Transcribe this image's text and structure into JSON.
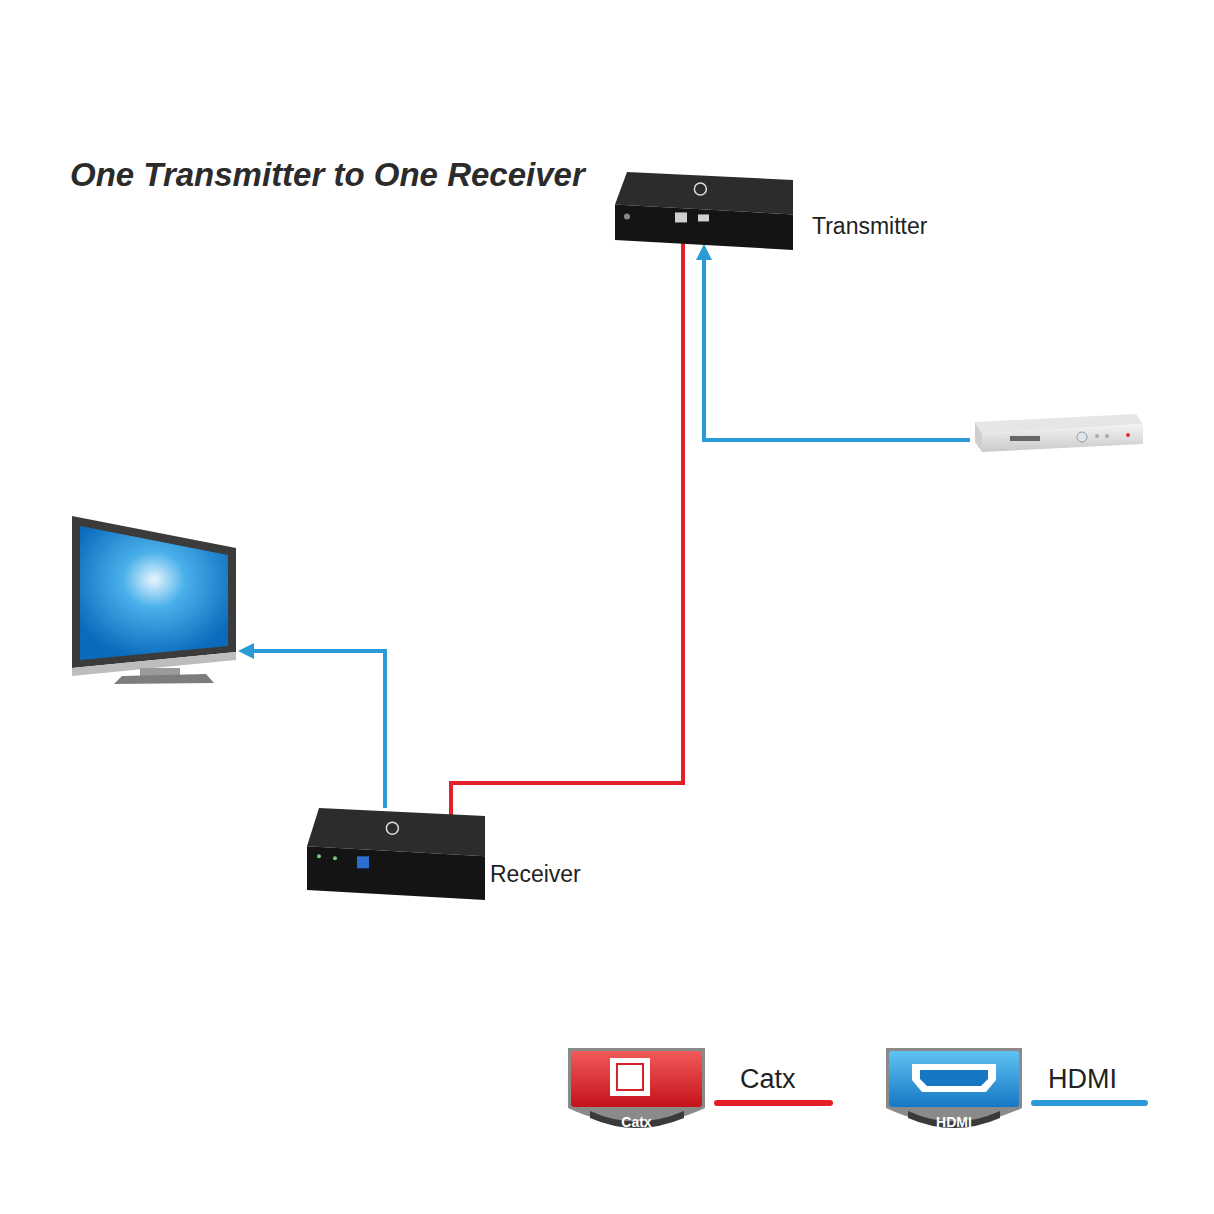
{
  "diagram": {
    "title": "One Transmitter to One Receiver",
    "nodes": [
      {
        "text": [
          "Transmitter"
        ]
      },
      {
        "text": [
          "Receiver"
        ]
      }
    ],
    "edges": [
      {
        "from": 0,
        "to": 1,
        "arrow": "none"
      }
    ],
    "labels": [
      "Catx",
      "HDMI"
    ],
    "legend": [
      {
        "text": "Catx"
      },
      {
        "text": "HDMI"
      }
    ]
  }
}
